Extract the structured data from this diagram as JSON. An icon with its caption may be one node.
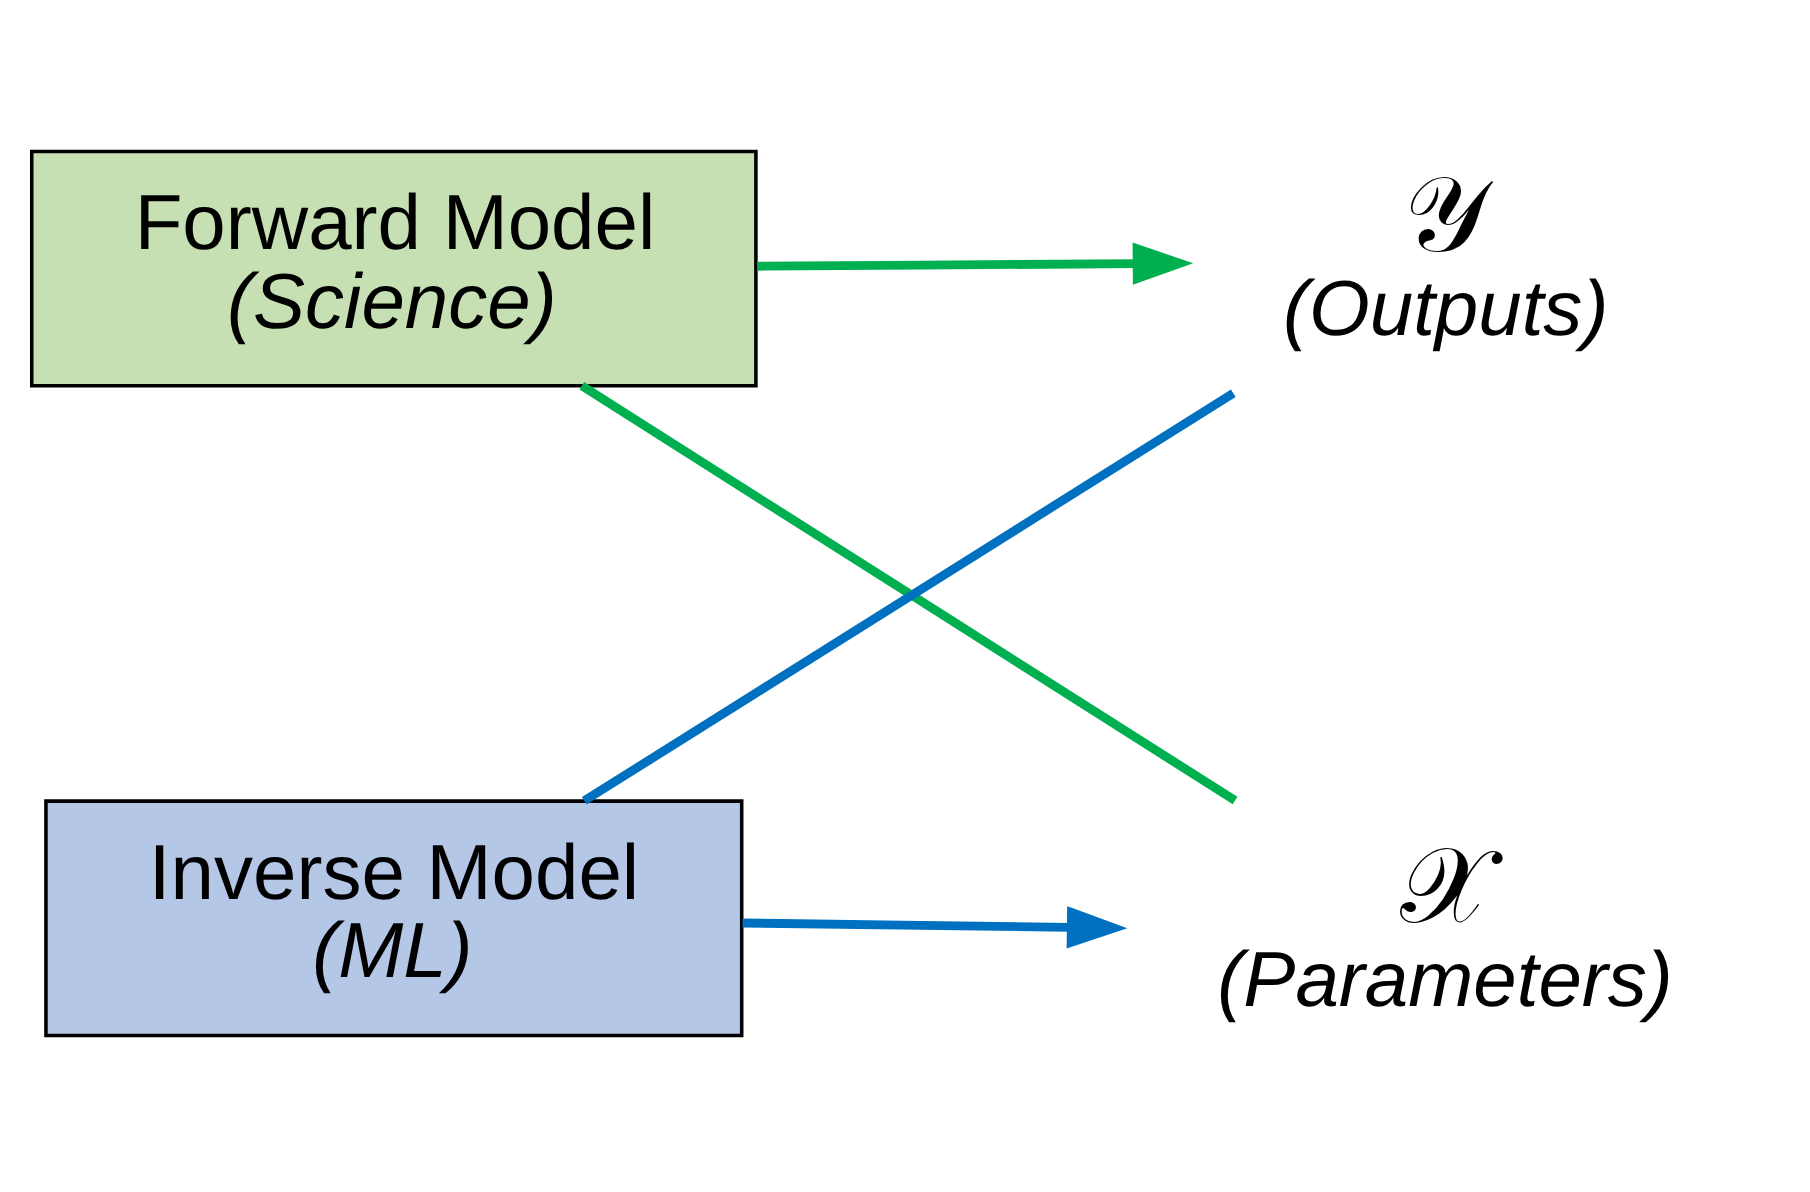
{
  "diagram": {
    "nodes": [
      {
        "text": [
          "Forward Model",
          "(Science)"
        ]
      },
      {
        "text": [
          "𝒳",
          "(Parameters)"
        ]
      },
      {
        "text": [
          "𝒴",
          "(Outputs)"
        ]
      },
      {
        "text": [
          "Inverse Model",
          "(ML)"
        ]
      }
    ],
    "edges": [
      {
        "from": 1,
        "to": 0,
        "arrow": "none",
        "color": "#00b050"
      },
      {
        "from": 0,
        "to": 2,
        "arrow": "to",
        "color": "#00b050"
      },
      {
        "from": 2,
        "to": 3,
        "arrow": "none",
        "color": "#0070c0"
      },
      {
        "from": 3,
        "to": 1,
        "arrow": "to",
        "color": "#0070c0"
      }
    ]
  }
}
